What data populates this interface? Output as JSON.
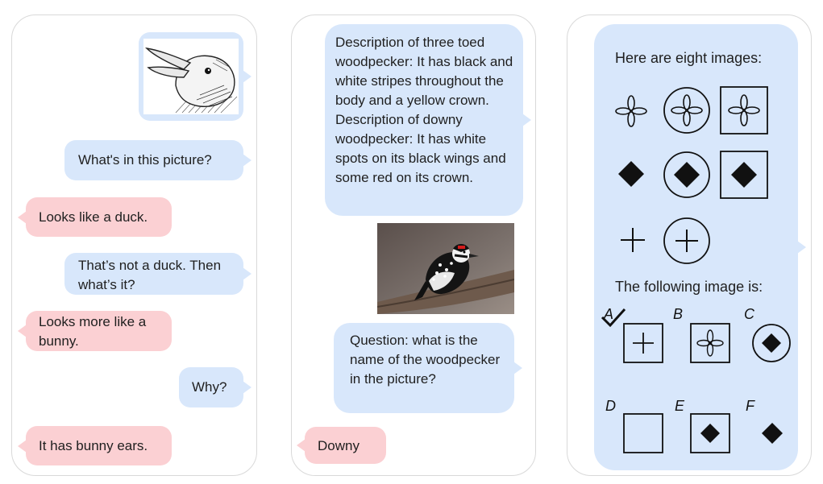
{
  "panel1": {
    "q1": "What's in this picture?",
    "a1": "Looks like a duck.",
    "q2": "That’s not a duck. Then what’s it?",
    "a2": "Looks more like a bunny.",
    "q3": "Why?",
    "a3": "It has bunny ears."
  },
  "panel2": {
    "desc": "Description of three toed woodpecker: It has black and white stripes throughout the body and a yellow crown. Description of downy woodpecker: It has white spots on its black wings and some red on its crown.",
    "question": "Question: what is the name of the woodpecker in the picture?",
    "answer": "Downy"
  },
  "panel3": {
    "intro": "Here are eight images:",
    "following": "The following image is:",
    "options": [
      "A",
      "B",
      "C",
      "D",
      "E",
      "F"
    ],
    "correct_option": "A"
  },
  "colors": {
    "user_bubble": "#d8e7fb",
    "reply_bubble": "#fbd0d3",
    "panel_border": "#d9d9d9"
  }
}
